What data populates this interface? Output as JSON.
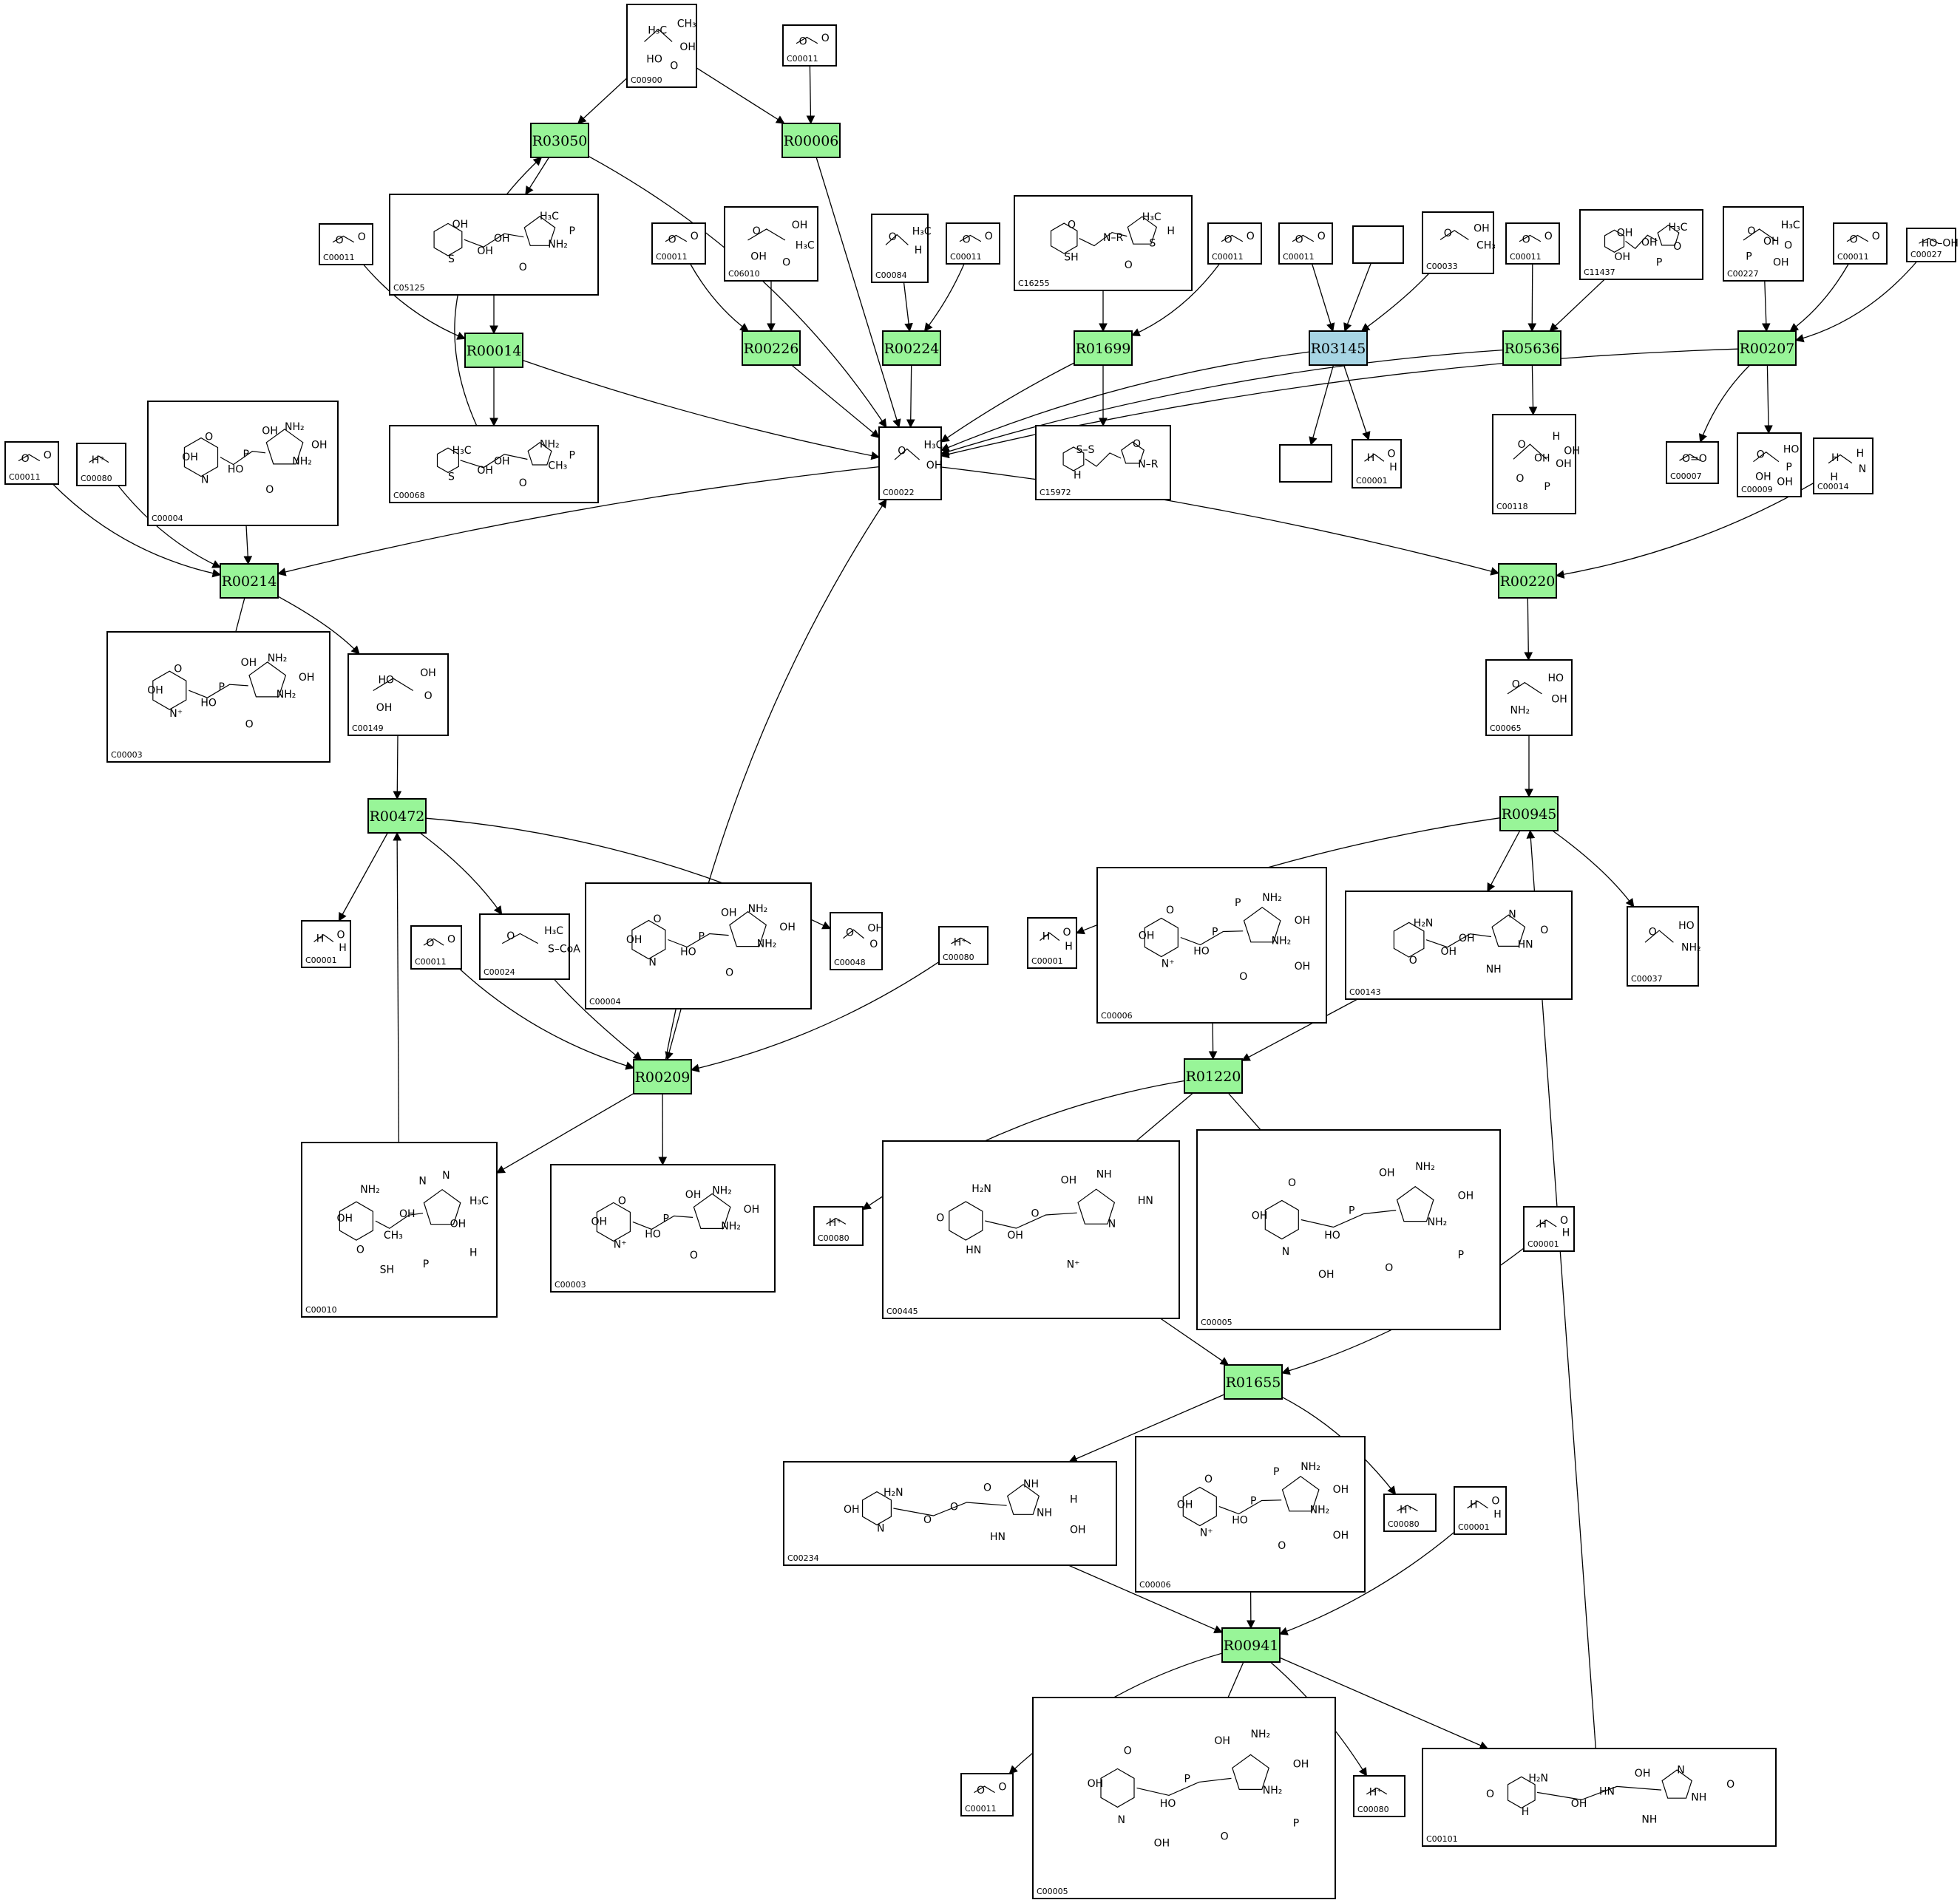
{
  "colors": {
    "reaction_fill": "#98f598",
    "reaction_highlight_fill": "#a7d5e4",
    "box_stroke": "#000000",
    "background": "#ffffff"
  },
  "reactions": [
    {
      "id": "R03050",
      "highlight": false
    },
    {
      "id": "R00006",
      "highlight": false
    },
    {
      "id": "R00014",
      "highlight": false
    },
    {
      "id": "R00226",
      "highlight": false
    },
    {
      "id": "R00224",
      "highlight": false
    },
    {
      "id": "R01699",
      "highlight": false
    },
    {
      "id": "R03145",
      "highlight": true
    },
    {
      "id": "R05636",
      "highlight": false
    },
    {
      "id": "R00207",
      "highlight": false
    },
    {
      "id": "R00214",
      "highlight": false
    },
    {
      "id": "R00220",
      "highlight": false
    },
    {
      "id": "R00472",
      "highlight": false
    },
    {
      "id": "R00945",
      "highlight": false
    },
    {
      "id": "R00209",
      "highlight": false
    },
    {
      "id": "R01220",
      "highlight": false
    },
    {
      "id": "R01655",
      "highlight": false
    },
    {
      "id": "R00941",
      "highlight": false
    }
  ],
  "compounds": [
    {
      "key": "c00900_top",
      "id": "C00900",
      "fragments": [
        "H₃C",
        "CH₃",
        "OH",
        "HO",
        "O"
      ]
    },
    {
      "key": "c00011_r00006",
      "id": "C00011",
      "fragments": [
        "O",
        "O"
      ]
    },
    {
      "key": "c05125",
      "id": "C05125",
      "fragments": [
        "OH",
        "H₃C",
        "NH₂",
        "S",
        "O",
        "OH",
        "P",
        "OH"
      ]
    },
    {
      "key": "c00011_r00014",
      "id": "C00011",
      "fragments": [
        "O",
        "O"
      ]
    },
    {
      "key": "c00068",
      "id": "C00068",
      "fragments": [
        "H₃C",
        "NH₂",
        "CH₃",
        "S",
        "O",
        "OH",
        "P",
        "OH"
      ]
    },
    {
      "key": "c00011_r00226",
      "id": "C00011",
      "fragments": [
        "O",
        "O"
      ]
    },
    {
      "key": "c06010",
      "id": "C06010",
      "fragments": [
        "O",
        "OH",
        "H₃C",
        "OH",
        "O"
      ]
    },
    {
      "key": "c00084",
      "id": "C00084",
      "fragments": [
        "O",
        "H₃C",
        "H"
      ]
    },
    {
      "key": "c00011_r00224",
      "id": "C00011",
      "fragments": [
        "O",
        "O"
      ]
    },
    {
      "key": "c16255",
      "id": "C16255",
      "fragments": [
        "O",
        "H₃C",
        "S",
        "SH",
        "O",
        "N–R",
        "H"
      ]
    },
    {
      "key": "c00011_r01699",
      "id": "C00011",
      "fragments": [
        "O",
        "O"
      ]
    },
    {
      "key": "c00011_r03145",
      "id": "C00011",
      "fragments": [
        "O",
        "O"
      ]
    },
    {
      "key": "blank_r03145_in",
      "id": "",
      "fragments": []
    },
    {
      "key": "c00033",
      "id": "C00033",
      "fragments": [
        "O",
        "OH",
        "CH₃"
      ]
    },
    {
      "key": "c00011_r05636",
      "id": "C00011",
      "fragments": [
        "O",
        "O"
      ]
    },
    {
      "key": "c11437",
      "id": "C11437",
      "fragments": [
        "OH",
        "H₃C",
        "O",
        "OH",
        "P",
        "OH"
      ]
    },
    {
      "key": "c00227",
      "id": "C00227",
      "fragments": [
        "O",
        "H₃C",
        "O",
        "P",
        "OH",
        "OH"
      ]
    },
    {
      "key": "c00011_r00207",
      "id": "C00011",
      "fragments": [
        "O",
        "O"
      ]
    },
    {
      "key": "c00027",
      "id": "C00027",
      "fragments": [
        "HO–OH"
      ]
    },
    {
      "key": "c00022",
      "id": "C00022",
      "fragments": [
        "O",
        "H₃C",
        "OH"
      ]
    },
    {
      "key": "c15972",
      "id": "C15972",
      "fragments": [
        "S–S",
        "O",
        "N–R",
        "H"
      ]
    },
    {
      "key": "blank_r03145_out",
      "id": "",
      "fragments": []
    },
    {
      "key": "c00001_r03145",
      "id": "C00001",
      "fragments": [
        "H",
        "O",
        "H"
      ]
    },
    {
      "key": "c00118",
      "id": "C00118",
      "fragments": [
        "O",
        "H",
        "OH",
        "O",
        "P",
        "OH",
        "OH"
      ]
    },
    {
      "key": "c00007",
      "id": "C00007",
      "fragments": [
        "O=O"
      ]
    },
    {
      "key": "c00009",
      "id": "C00009",
      "fragments": [
        "O",
        "HO",
        "P",
        "OH",
        "OH"
      ]
    },
    {
      "key": "c00014",
      "id": "C00014",
      "fragments": [
        "H",
        "H",
        "N",
        "H"
      ]
    },
    {
      "key": "c00011_r00214",
      "id": "C00011",
      "fragments": [
        "O",
        "O"
      ]
    },
    {
      "key": "c00080_r00214",
      "id": "C00080",
      "fragments": [
        "H⁺"
      ]
    },
    {
      "key": "c00004_r00214",
      "id": "C00004",
      "fragments": [
        "O",
        "NH₂",
        "NH₂",
        "N",
        "O",
        "P",
        "OH",
        "HO",
        "OH",
        "OH"
      ]
    },
    {
      "key": "c00003_r00214",
      "id": "C00003",
      "fragments": [
        "O",
        "NH₂",
        "NH₂",
        "N⁺",
        "O",
        "P",
        "OH",
        "HO",
        "OH",
        "OH"
      ]
    },
    {
      "key": "c00149",
      "id": "C00149",
      "fragments": [
        "HO",
        "OH",
        "O",
        "OH"
      ]
    },
    {
      "key": "c00065",
      "id": "C00065",
      "fragments": [
        "O",
        "HO",
        "OH",
        "NH₂"
      ]
    },
    {
      "key": "c00001_r00472",
      "id": "C00001",
      "fragments": [
        "H",
        "O",
        "H"
      ]
    },
    {
      "key": "c00011_r00209",
      "id": "C00011",
      "fragments": [
        "O",
        "O"
      ]
    },
    {
      "key": "c00024",
      "id": "C00024",
      "fragments": [
        "O",
        "H₃C",
        "S–CoA"
      ]
    },
    {
      "key": "c00004_r00209",
      "id": "C00004",
      "fragments": [
        "O",
        "NH₂",
        "NH₂",
        "N",
        "O",
        "P",
        "OH",
        "HO",
        "OH",
        "OH"
      ]
    },
    {
      "key": "c00048",
      "id": "C00048",
      "fragments": [
        "O",
        "OH",
        "O"
      ]
    },
    {
      "key": "c00080_r00209",
      "id": "C00080",
      "fragments": [
        "H⁺"
      ]
    },
    {
      "key": "c00001_r00945",
      "id": "C00001",
      "fragments": [
        "H",
        "O",
        "H"
      ]
    },
    {
      "key": "c00006_r00945",
      "id": "C00006",
      "fragments": [
        "O",
        "NH₂",
        "NH₂",
        "N⁺",
        "O",
        "P",
        "OH",
        "HO",
        "OH",
        "P",
        "OH"
      ]
    },
    {
      "key": "c00143",
      "id": "C00143",
      "fragments": [
        "H₂N",
        "N",
        "HN",
        "O",
        "NH",
        "OH",
        "O",
        "OH"
      ]
    },
    {
      "key": "c00037",
      "id": "C00037",
      "fragments": [
        "O",
        "HO",
        "NH₂"
      ]
    },
    {
      "key": "c00010",
      "id": "C00010",
      "fragments": [
        "NH₂",
        "N",
        "OH",
        "O",
        "P",
        "OH",
        "H₃C",
        "CH₃",
        "OH",
        "N",
        "H",
        "SH"
      ]
    },
    {
      "key": "c00003_r00209",
      "id": "C00003",
      "fragments": [
        "O",
        "NH₂",
        "NH₂",
        "N⁺",
        "O",
        "P",
        "OH",
        "HO",
        "OH",
        "OH"
      ]
    },
    {
      "key": "c00080_r01220",
      "id": "C00080",
      "fragments": [
        "H⁺"
      ]
    },
    {
      "key": "c00445",
      "id": "C00445",
      "fragments": [
        "H₂N",
        "NH",
        "N",
        "HN",
        "N⁺",
        "O",
        "HN",
        "OH",
        "O",
        "OH"
      ]
    },
    {
      "key": "c00005_r01220",
      "id": "C00005",
      "fragments": [
        "O",
        "NH₂",
        "NH₂",
        "N",
        "O",
        "P",
        "OH",
        "HO",
        "OH",
        "OH",
        "P",
        "OH"
      ]
    },
    {
      "key": "c00001_r01655",
      "id": "C00001",
      "fragments": [
        "H",
        "O",
        "H"
      ]
    },
    {
      "key": "c00234",
      "id": "C00234",
      "fragments": [
        "H₂N",
        "NH",
        "NH",
        "N",
        "HN",
        "O",
        "H",
        "O",
        "OH",
        "O",
        "OH"
      ]
    },
    {
      "key": "c00006_r01655",
      "id": "C00006",
      "fragments": [
        "O",
        "NH₂",
        "NH₂",
        "N⁺",
        "O",
        "P",
        "OH",
        "HO",
        "OH",
        "P",
        "OH"
      ]
    },
    {
      "key": "c00080_r01655",
      "id": "C00080",
      "fragments": [
        "H⁺"
      ]
    },
    {
      "key": "c00001_r00941",
      "id": "C00001",
      "fragments": [
        "H",
        "O",
        "H"
      ]
    },
    {
      "key": "c00011_r00941",
      "id": "C00011",
      "fragments": [
        "O",
        "O"
      ]
    },
    {
      "key": "c00005_r00941",
      "id": "C00005",
      "fragments": [
        "O",
        "NH₂",
        "NH₂",
        "N",
        "O",
        "P",
        "OH",
        "HO",
        "OH",
        "OH",
        "P",
        "OH"
      ]
    },
    {
      "key": "c00080_r00941",
      "id": "C00080",
      "fragments": [
        "H⁺"
      ]
    },
    {
      "key": "c00101",
      "id": "C00101",
      "fragments": [
        "H₂N",
        "N",
        "NH",
        "H",
        "NH",
        "HN",
        "O",
        "OH",
        "O",
        "OH"
      ]
    }
  ]
}
